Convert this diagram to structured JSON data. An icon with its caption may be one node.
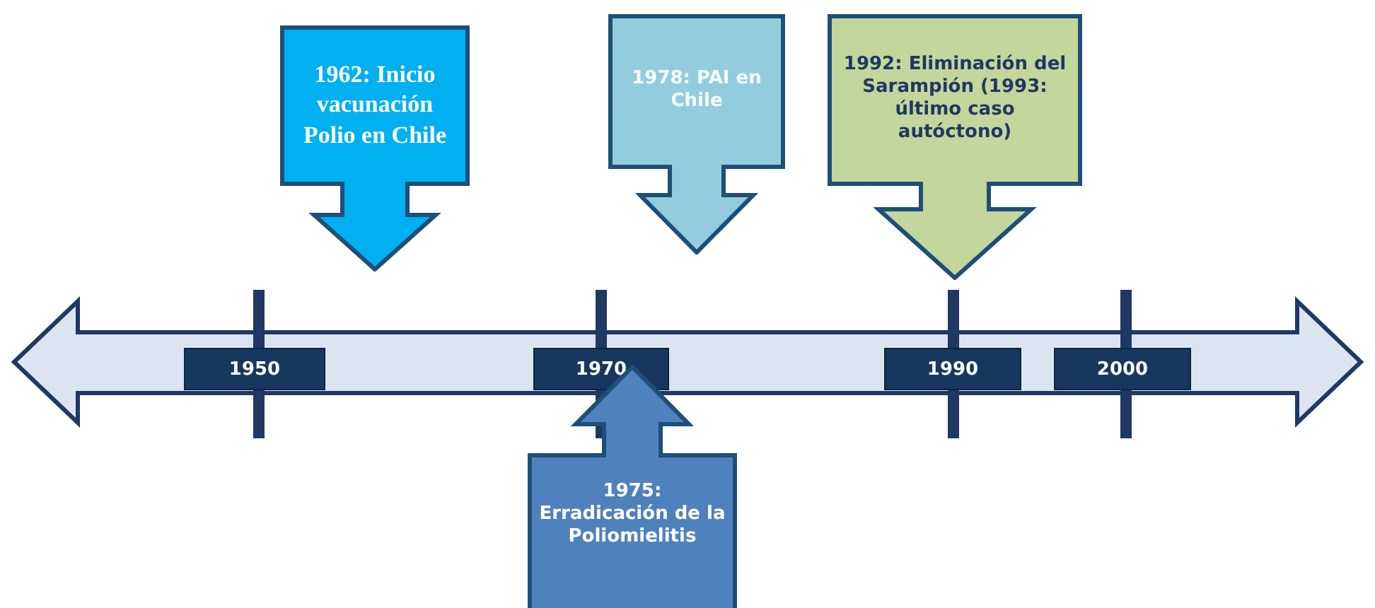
{
  "diagram": {
    "nodes": [
      {
        "text": [
          "1962: Inicio vacunación Polio en Chile"
        ]
      },
      {
        "text": [
          "1978: PAI en Chile"
        ]
      },
      {
        "text": [
          "1992: Eliminación del Sarampión (1993: último caso autóctono)"
        ]
      },
      {
        "text": [
          "1950"
        ]
      },
      {
        "text": [
          "1970"
        ]
      },
      {
        "text": [
          "1990"
        ]
      },
      {
        "text": [
          "2000"
        ]
      },
      {
        "text": [
          "1975: Erradicación de la Poliomielitis"
        ]
      }
    ]
  }
}
